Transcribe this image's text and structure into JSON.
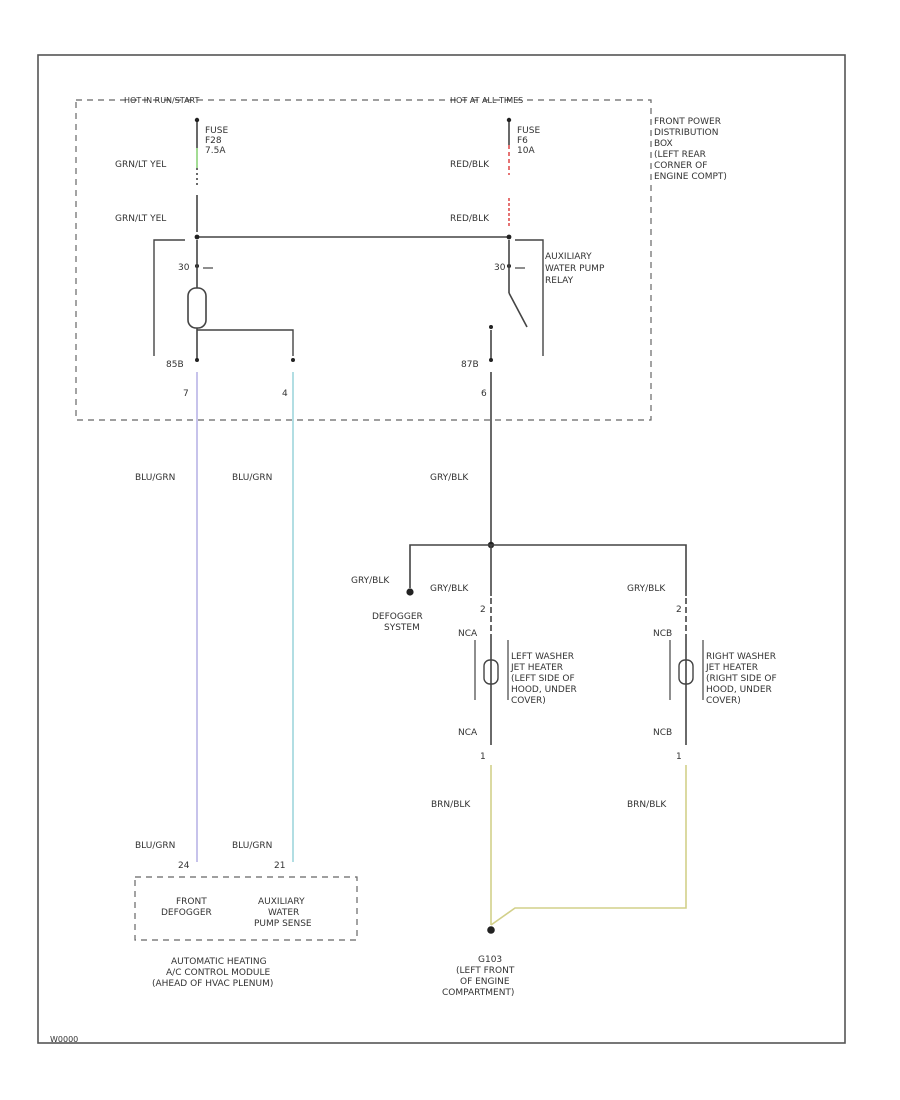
{
  "colors": {
    "purple_wire": "#b9b4e6",
    "cyan_wire": "#9fd6dc",
    "green_wire": "#8cd47a",
    "red_wire": "#e05050",
    "yellow_wire": "#d2d08a",
    "black_wire": "#444444"
  },
  "power_feed": {
    "left_label": "HOT IN RUN/START",
    "right_label": "HOT AT ALL TIMES"
  },
  "fuses": {
    "left": [
      "FUSE",
      "F28",
      "7.5A"
    ],
    "right": [
      "FUSE",
      "F6",
      "10A"
    ]
  },
  "wire_colors": {
    "grn_lt_yel_upper": "GRN/LT YEL",
    "grn_lt_yel_lower": "GRN/LT YEL",
    "red_blk_upper": "RED/BLK",
    "red_blk_lower": "RED/BLK",
    "blu_grn_left": "BLU/GRN",
    "blu_grn_right": "BLU/GRN",
    "gry_blk_main": "GRY/BLK",
    "gry_blk_defogger": "GRY/BLK",
    "gry_blk_left_heater": "GRY/BLK",
    "gry_blk_right_heater": "GRY/BLK",
    "brn_blk_left": "BRN/BLK",
    "brn_blk_right": "BRN/BLK",
    "blu_grn_bottom_left": "BLU/GRN",
    "blu_grn_bottom_right": "BLU/GRN"
  },
  "distribution_box": {
    "label": [
      "FRONT POWER",
      "DISTRIBUTION",
      "BOX",
      "(LEFT REAR",
      "CORNER OF",
      "ENGINE COMPT)"
    ]
  },
  "relay": {
    "label": [
      "AUXILIARY",
      "WATER PUMP",
      "RELAY"
    ],
    "pins": {
      "left_top": "30",
      "right_top": "30",
      "left_bottom": "85B",
      "right_bottom": "87B",
      "left_out": "7",
      "aux_out": "4",
      "right_out": "6"
    }
  },
  "defogger": {
    "label": [
      "DEFOGGER",
      "SYSTEM"
    ]
  },
  "left_heater": {
    "pin_top": "2",
    "connector_top": "NCA",
    "connector_bottom": "NCA",
    "pin_bottom": "1",
    "label": [
      "LEFT WASHER",
      "JET HEATER",
      "(LEFT SIDE OF",
      "HOOD, UNDER",
      "COVER)"
    ]
  },
  "right_heater": {
    "pin_top": "2",
    "connector_top": "NCB",
    "connector_bottom": "NCB",
    "pin_bottom": "1",
    "label": [
      "RIGHT WASHER",
      "JET HEATER",
      "(RIGHT SIDE OF",
      "HOOD, UNDER",
      "COVER)"
    ]
  },
  "control_module": {
    "pin_left": "24",
    "pin_right": "21",
    "left_block": [
      "FRONT",
      "DEFOGGER"
    ],
    "right_block": [
      "AUXILIARY",
      "WATER",
      "PUMP SENSE"
    ],
    "label": [
      "AUTOMATIC HEATING",
      "A/C CONTROL MODULE",
      "(AHEAD OF HVAC PLENUM)"
    ]
  },
  "ground": {
    "label": [
      "G103",
      "(LEFT FRONT",
      "OF ENGINE",
      "COMPARTMENT)"
    ]
  },
  "figure_id": "W0000"
}
